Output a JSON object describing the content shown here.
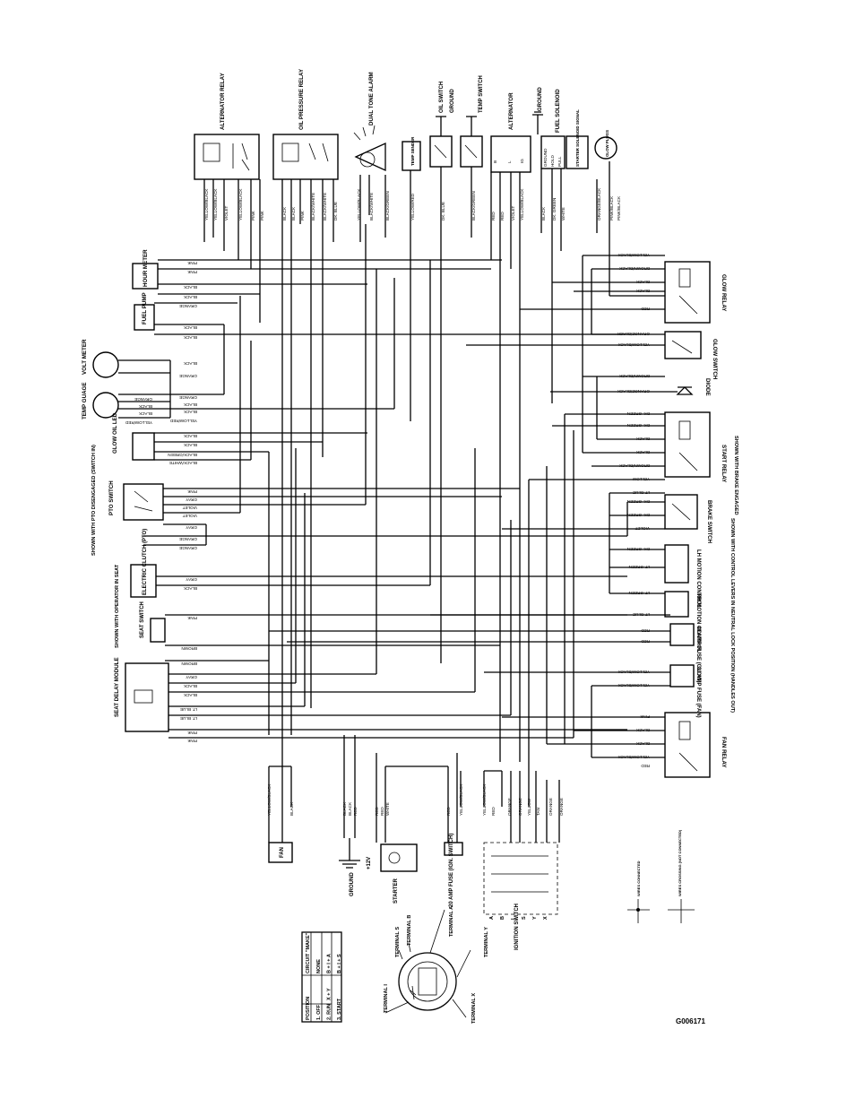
{
  "figure_id": "G006171",
  "components": {
    "alternator_relay": "ALTERNATOR RELAY",
    "oil_pressure_relay": "OIL PRESSURE RELAY",
    "dual_tone_alarm": "DUAL TONE ALARM",
    "temp_sender": "TEMP SENDER",
    "oil_switch": "OIL SWITCH",
    "ground_top": "GROUND",
    "temp_switch": "TEMP SWITCH",
    "alternator": "ALTERNATOR",
    "ground_right": "GROUND",
    "fuel_solenoid": "FUEL SOLENOID",
    "starter_solenoid": "STARTER SOLENOID SIGNAL",
    "glow_plug": "GLOW PLUGS",
    "hour_meter": "HOUR METER",
    "fuel_pump": "FUEL PUMP",
    "volt_meter": "VOLT METER",
    "temp_gauge": "TEMP GUAGE",
    "glow_oil_led": "GLOW OIL LED",
    "pto_switch": "PTO SWITCH",
    "pto_note": "SHOWN WITH PTO DISENGAGED (SWITCH IN)",
    "electric_clutch": "ELECTRIC CLUTCH (PTO)",
    "seat_switch": "SEAT SWITCH",
    "seat_note": "SHOWN WITH OPERATOR IN SEAT",
    "seat_delay": "SEAT DELAY MODULE",
    "glow_relay": "GLOW RELAY",
    "glow_switch": "GLOW SWITCH",
    "diode": "DIODE",
    "start_relay": "START RELAY",
    "brake_note": "SHOWN WITH BRAKE ENGAGED",
    "brake_switch": "BRAKE SWITCH",
    "lh_motion": "LH MOTION CONTROL",
    "rh_motion": "RH MOTION CONTROL",
    "motion_note": "SHOWN WITH CONTROL LEVERS IN NEUTRAL LOCK POSITION (HANDLES OUT)",
    "fuse_40": "40 AMP FUSE (GLOW)",
    "fuse_30": "30 AMP FUSE (FAN)",
    "fan_relay": "FAN RELAY",
    "fan": "FAN",
    "ground_bottom": "GROUND",
    "plus12v": "+12V",
    "starter": "STARTER",
    "fuse_20": "20 AMP FUSE (IGN. SWITCH)",
    "ignition_switch": "IGNITION SWITCH",
    "terminal_i": "TERMINAL I",
    "terminal_s": "TERMINAL S",
    "terminal_b": "TERMINAL B",
    "terminal_a": "TERMINAL A",
    "terminal_y": "TERMINAL Y",
    "terminal_x": "TERMINAL X",
    "wires_connected": "WIRES CONNECTED",
    "wires_crossing": "WIRES CROSSING (NOT CONNECTED)"
  },
  "wires": {
    "top": [
      "YELLOW/BLACK",
      "YELLOW/BLACK",
      "VIOLET",
      "YELLOW/BLACK",
      "PINK",
      "PINK",
      "BLACK",
      "BLACK",
      "PINK",
      "BLACK/WHITE",
      "BLACK/WHITE",
      "DK. BLUE",
      "YELLOW/BLACK",
      "BLACK/WHITE",
      "BLACK/GREEN",
      "YELLOW/RED",
      "DK. BLUE",
      "BLACK/GREEN",
      "RED",
      "RED",
      "VIOLET",
      "YELLOW/BLACK",
      "BLACK",
      "DK. GREEN",
      "WHITE",
      "ORANGE/BLACK",
      "PINK/BLACK",
      "PINK/BLACK"
    ],
    "left": [
      "PINK",
      "PINK",
      "BLACK",
      "BLACK",
      "ORANGE",
      "BLACK",
      "BLACK",
      "BLACK",
      "ORANGE",
      "ORANGE",
      "BLACK",
      "BLACK",
      "YELLOW/RED",
      "BLACK",
      "BLACK",
      "BLACK/GREEN",
      "BLACK/WHITE",
      "PINK",
      "GRAY",
      "VIOLET",
      "VIOLET",
      "GRAY",
      "ORANGE",
      "ORANGE",
      "GRAY",
      "BLACK",
      "PINK",
      "BROWN",
      "BROWN",
      "GRAY",
      "BLACK",
      "BLACK",
      "LT. BLUE",
      "LT. BLUE",
      "PINK",
      "PINK"
    ],
    "left_mid": [
      "ORANGE",
      "BLACK",
      "BLACK",
      "YELLOW/RED"
    ],
    "right": [
      "YELLOW/BLACK",
      "BROWN/BLACK",
      "BLACK",
      "BLACK",
      "RED",
      "ORANGE/BLACK",
      "YELLOW/BLACK",
      "BROWN/BLACK",
      "ORANGE/BLACK",
      "DK. GREEN",
      "DK. GREEN",
      "BLACK",
      "BLACK",
      "BROWN/BLACK",
      "YELLOW",
      "LT. BLUE",
      "DK. GREEN",
      "DK. GREEN",
      "VIOLET",
      "DK. GREEN",
      "LT. GREEN",
      "LT. GREEN",
      "LT. BLUE",
      "RED",
      "RED",
      "YELLOW/BLACK",
      "YELLOW/BLACK",
      "PINK",
      "BLACK",
      "BLACK",
      "YELLOW/BLACK",
      "RED"
    ],
    "bottom": [
      "YELLOW/BLACK",
      "BLACK",
      "BLACK",
      "BLACK",
      "RED",
      "RED",
      "RED",
      "WHITE",
      "RED",
      "YELLOW/BLACK",
      "YELLOW/BLACK",
      "RED",
      "ORANGE",
      "ORANGE",
      "YELLOW",
      "TAN",
      "ORANGE",
      "ORANGE"
    ],
    "alternator_pins": [
      "B",
      "L",
      "IG"
    ],
    "fuel_pins": [
      "GROUND",
      "HOLD",
      "PULL"
    ],
    "ignition_cols": [
      "A",
      "B",
      "I",
      "S",
      "Y",
      "X"
    ]
  },
  "position_table": {
    "headers": [
      "POSITION",
      "CIRCUIT \"MAKE\""
    ],
    "rows": [
      {
        "position": "1. OFF",
        "circuit": "NONE",
        "extra": ""
      },
      {
        "position": "2. RUN",
        "circuit": "B + I + A",
        "extra": "X + Y"
      },
      {
        "position": "3. START",
        "circuit": "B + I + S",
        "extra": ""
      }
    ]
  }
}
